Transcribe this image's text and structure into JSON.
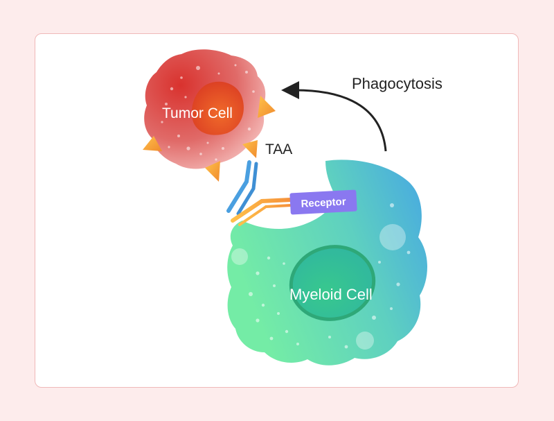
{
  "labels": {
    "tumor_cell": "Tumor Cell",
    "antigen": "TAA",
    "process": "Phagocytosis",
    "receptor": "Receptor",
    "myeloid_cell": "Myeloid Cell"
  },
  "colors": {
    "page_background": "#fdecec",
    "card_border": "#f0b8b8",
    "tumor_cell": "#e26b6b",
    "tumor_nucleus": "#e8532a",
    "antigen_triangles": "#f7a13a",
    "myeloid_cell_green": "#6ee6a8",
    "myeloid_cell_blue": "#4aa8e0",
    "myeloid_nucleus": "#3cc792",
    "antibody_blue": "#4a9fe0",
    "antibody_orange": "#f7a13a",
    "receptor_tag": "#8a78f0",
    "arrow": "#222222"
  }
}
